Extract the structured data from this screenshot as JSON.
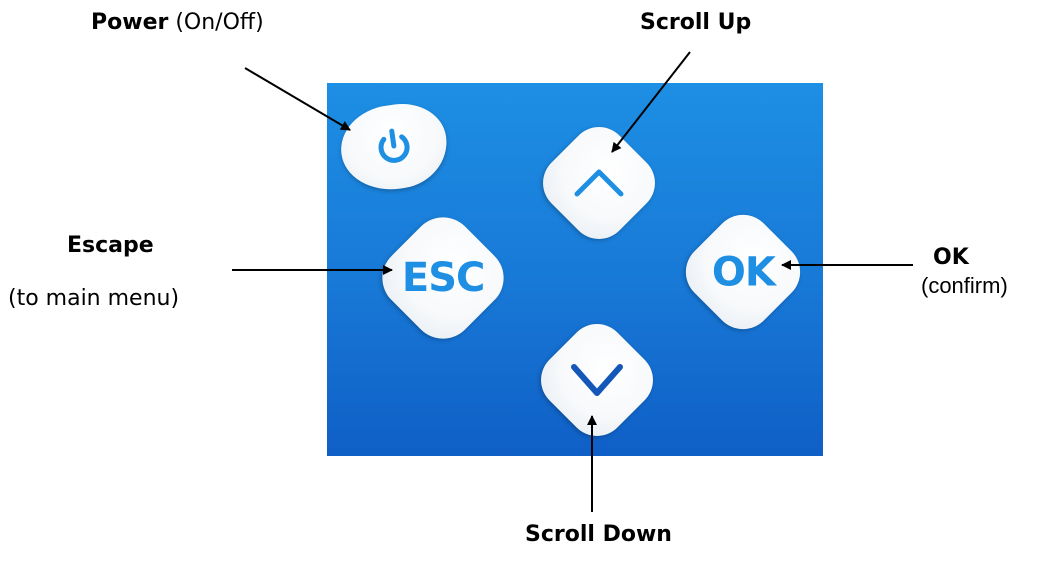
{
  "colors": {
    "panel": "#1878d6",
    "button_face": "#f7f9fb",
    "button_glyph": "#1e8fe2",
    "down_arrow": "#1457b8",
    "arrow_line": "#000000"
  },
  "buttons": {
    "power": {
      "icon": "power-icon"
    },
    "scroll_up": {
      "icon": "chevron-up-icon"
    },
    "escape": {
      "text": "ESC"
    },
    "ok": {
      "text": "OK"
    },
    "scroll_down": {
      "icon": "chevron-down-icon"
    }
  },
  "labels": {
    "power_title": "Power",
    "power_sub": "(On/Off)",
    "scroll_up": "Scroll Up",
    "escape_title": "Escape",
    "escape_sub": "(to main menu)",
    "ok_title": "OK",
    "ok_sub": "(confirm)",
    "scroll_down": "Scroll Down"
  }
}
